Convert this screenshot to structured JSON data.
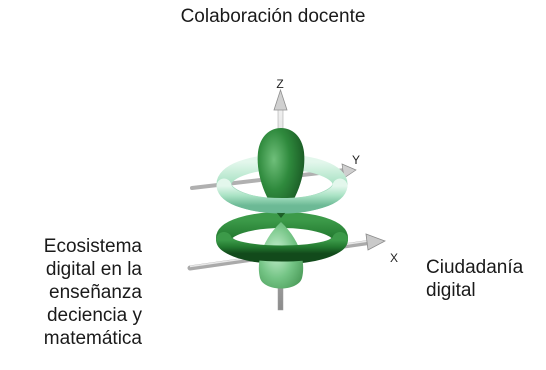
{
  "labels": {
    "top": "Colaboración docente",
    "left": "Ecosistema\ndigital en la\nenseñanza\ndeciencia y\nmatemática",
    "right": "Ciudadanía\ndigital"
  },
  "axes": {
    "z": "Z",
    "y": "Y",
    "x": "X"
  },
  "colors": {
    "lobe_dark": "#1f6b2d",
    "lobe_light": "#4fa85c",
    "torus_light": "#a8e0c0",
    "torus_dark": "#2e7d3a",
    "axis": "#b8b8b8"
  }
}
